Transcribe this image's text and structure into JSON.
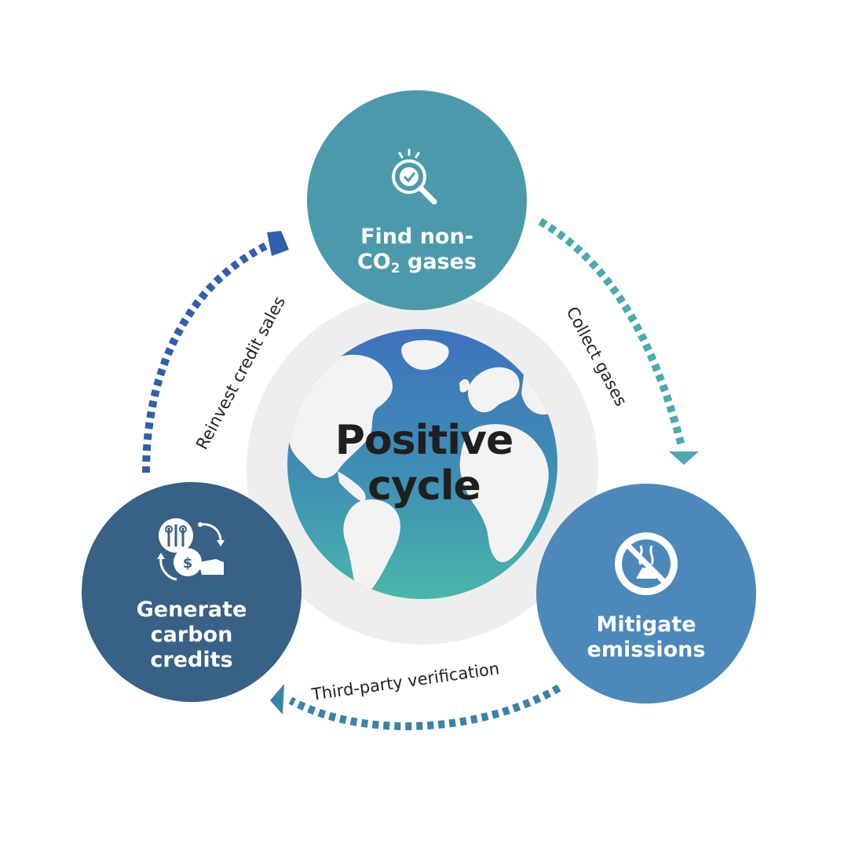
{
  "center": {
    "line1": "Positive",
    "line2": "cycle"
  },
  "nodes": {
    "find": {
      "line1": "Find non-",
      "line2_prefix": "CO",
      "line2_sub": "2",
      "line2_suffix": " gases",
      "icon": "magnifier-check-icon",
      "color": "#4a9aac"
    },
    "mitigate": {
      "line1": "Mitigate",
      "line2": "emissions",
      "icon": "no-gas-icon",
      "color": "#4d88bb"
    },
    "generate": {
      "line1": "Generate",
      "line2": "carbon",
      "line3": "credits",
      "icon": "credits-exchange-icon",
      "color": "#376186"
    }
  },
  "edges": {
    "collect": "Collect gases",
    "verify": "Third-party verification",
    "reinvest": "Reinvest credit sales"
  },
  "colors": {
    "globe_backdrop": "#eeeeee",
    "globe_ocean_top": "#3d7bbf",
    "globe_ocean_bottom": "#47b3ac",
    "arrow_collect": "#4aaab0",
    "arrow_verify": "#3b82a8",
    "arrow_reinvest": "#2f5fae"
  }
}
